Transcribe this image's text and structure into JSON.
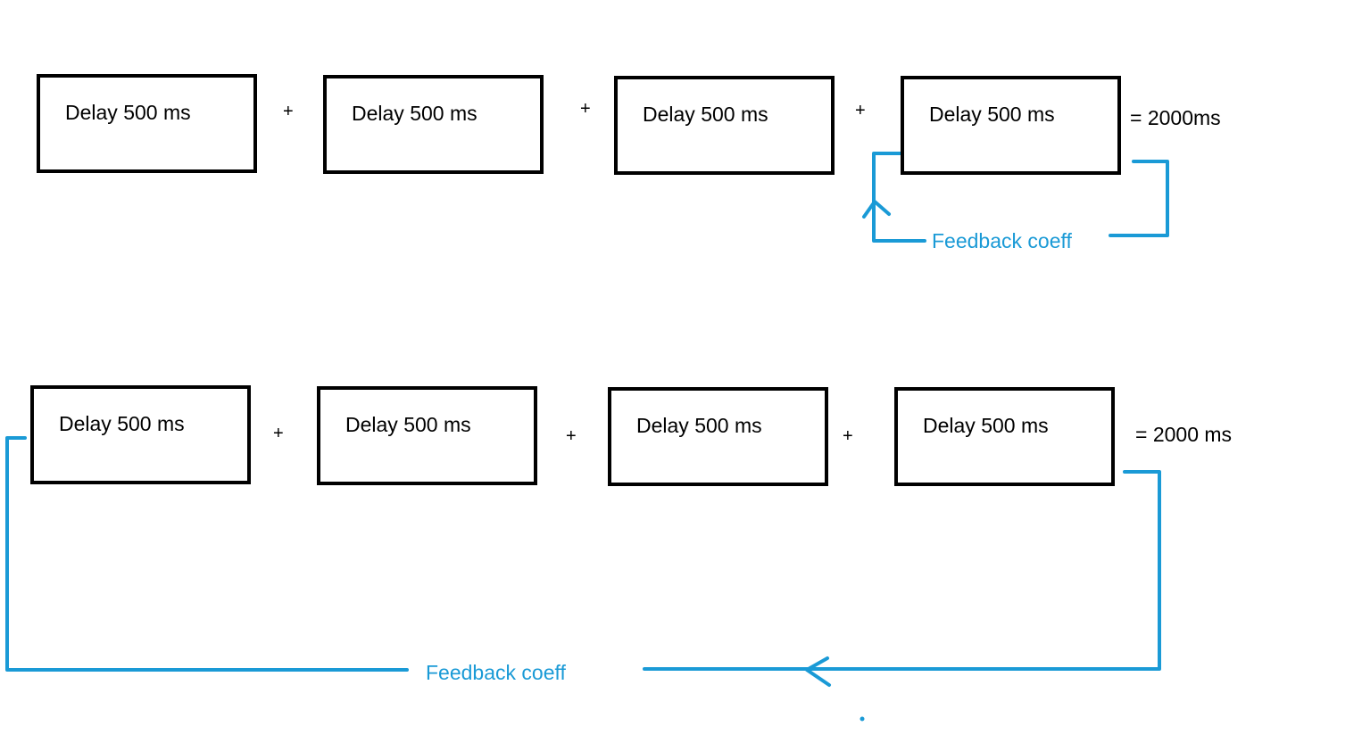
{
  "colors": {
    "feedback": "#1a9ad6",
    "box_border": "#000000"
  },
  "diagram_top": {
    "blocks": [
      {
        "label": "Delay 500 ms"
      },
      {
        "label": "Delay 500 ms"
      },
      {
        "label": "Delay 500 ms"
      },
      {
        "label": "Delay 500 ms"
      }
    ],
    "operators": [
      "+",
      "+",
      "+"
    ],
    "result": "= 2000ms",
    "feedback_label": "Feedback coeff"
  },
  "diagram_bottom": {
    "blocks": [
      {
        "label": "Delay 500 ms"
      },
      {
        "label": "Delay 500 ms"
      },
      {
        "label": "Delay 500 ms"
      },
      {
        "label": "Delay 500 ms"
      }
    ],
    "operators": [
      "+",
      "+",
      "+"
    ],
    "result": "= 2000 ms",
    "feedback_label": "Feedback coeff"
  }
}
